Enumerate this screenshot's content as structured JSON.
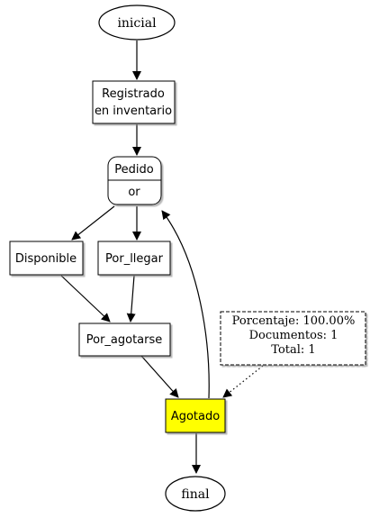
{
  "nodes": {
    "inicial": "inicial",
    "registrado_line1": "Registrado",
    "registrado_line2": "en inventario",
    "pedido_title": "Pedido",
    "pedido_sub": "or",
    "disponible": "Disponible",
    "por_llegar": "Por_llegar",
    "por_agotarse": "Por_agotarse",
    "agotado": "Agotado",
    "final": "final"
  },
  "note": {
    "line1": "Porcentaje: 100.00%",
    "line2": "Documentos: 1",
    "line3": "Total: 1"
  },
  "colors": {
    "highlight": "#ffff00",
    "stroke": "#000000",
    "background": "#ffffff"
  }
}
